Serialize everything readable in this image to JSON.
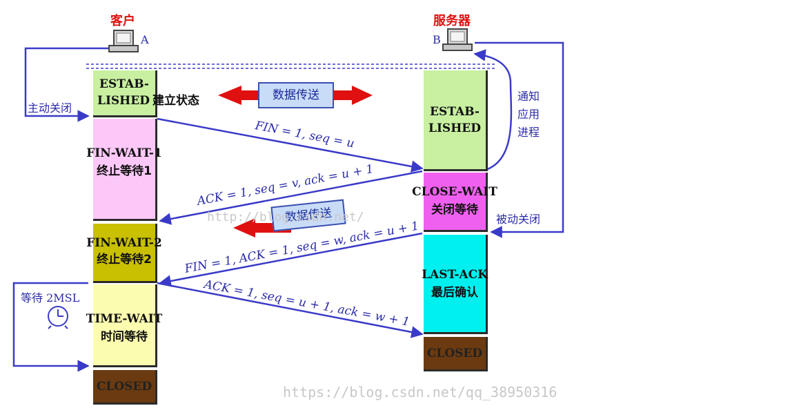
{
  "client": {
    "title": "客户",
    "letter": "A"
  },
  "server": {
    "title": "服务器",
    "letter": "B"
  },
  "client_states": [
    {
      "line1": "ESTAB-",
      "line2": "LISHED",
      "suffix": "建立状态",
      "color": "#c8f0a0"
    },
    {
      "line1": "FIN-WAIT-1",
      "line2": "终止等待1",
      "color": "#fcc8f8"
    },
    {
      "line1": "FIN-WAIT-2",
      "line2": "终止等待2",
      "color": "#c8c000"
    },
    {
      "line1": "TIME-WAIT",
      "line2": "时间等待",
      "color": "#fcfcb0"
    },
    {
      "line1": "CLOSED",
      "color": "#6b3a10"
    }
  ],
  "server_states": [
    {
      "line1": "ESTAB-",
      "line2": "LISHED",
      "color": "#c8f0a0"
    },
    {
      "line1": "CLOSE-WAIT",
      "line2": "关闭等待",
      "color": "#f060f0"
    },
    {
      "line1": "LAST-ACK",
      "line2": "最后确认",
      "color": "#00f0f0"
    },
    {
      "line1": "CLOSED",
      "color": "#6b3a10"
    }
  ],
  "messages": [
    {
      "text": "FIN = 1, seq = u"
    },
    {
      "text": "ACK = 1, seq = v, ack = u + 1"
    },
    {
      "text": "FIN = 1, ACK = 1, seq = w, ack = u + 1"
    },
    {
      "text": "ACK = 1, seq = u + 1, ack = w + 1"
    }
  ],
  "data_transfer_top": "数据传送",
  "data_transfer_mid": "数据传送",
  "active_close": "主动关闭",
  "passive_close": "被动关闭",
  "notify_app": [
    "通知",
    "应用",
    "进程"
  ],
  "wait_2msl": "等待 2MSL",
  "watermark_mid": "http://blog.csdn.net/",
  "watermark_bottom": "https://blog.csdn.net/qq_38950316",
  "colors": {
    "arrow_blue": "#3a3ac8",
    "arrow_red": "#e01010",
    "label_blue": "#2a2aa8"
  }
}
